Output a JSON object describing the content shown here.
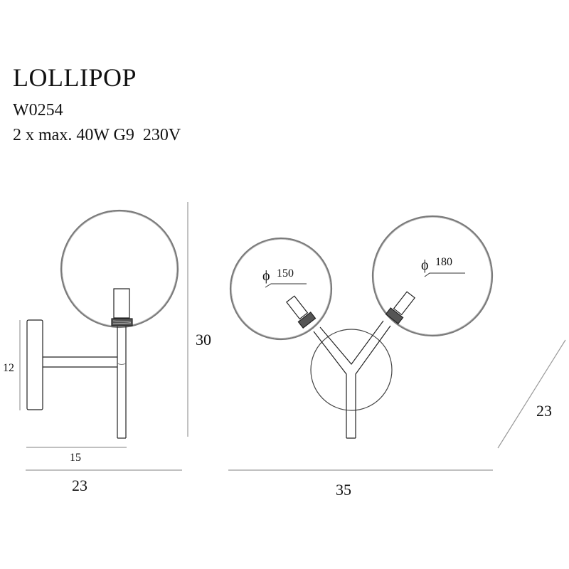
{
  "header": {
    "product_name": "LOLLIPOP",
    "product_code": "W0254",
    "spec": "2 x max. 40W G9  230V"
  },
  "side_view": {
    "height_label": "30",
    "plate_height_label": "12",
    "arm_depth_label": "15",
    "total_depth_label": "23"
  },
  "front_view": {
    "width_label": "35",
    "depth_label": "23",
    "shade_small_diameter": "150",
    "shade_large_diameter": "180",
    "diameter_symbol": "ϕ"
  },
  "colors": {
    "line": "#222222",
    "dimension_line": "#9a9a9a",
    "shade": "#7a7a7a",
    "background": "#ffffff"
  }
}
